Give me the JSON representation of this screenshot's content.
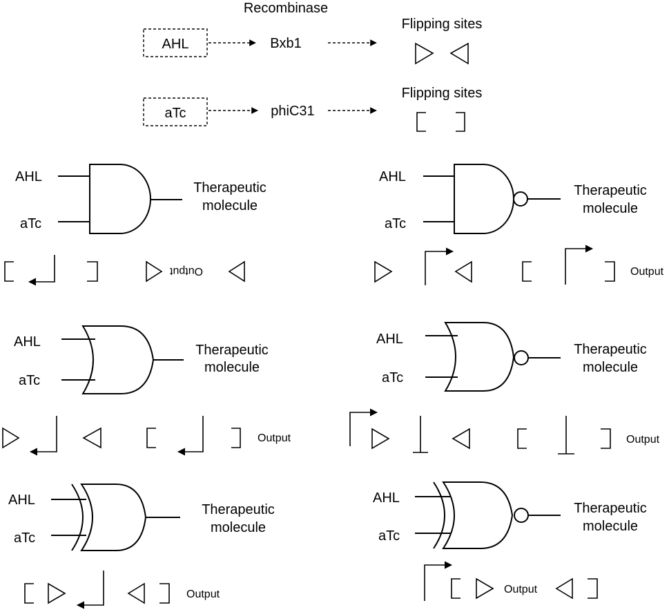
{
  "legend": {
    "recombinase_header": "Recombinase",
    "row1": {
      "input": "AHL",
      "recombinase": "Bxb1",
      "sites_label": "Flipping sites"
    },
    "row2": {
      "input": "aTc",
      "recombinase": "phiC31",
      "sites_label": "Flipping sites"
    }
  },
  "gates": [
    {
      "id": "and",
      "input1": "AHL",
      "input2": "aTc",
      "output_line1": "Therapeutic",
      "output_line2": "molecule",
      "construct_output": "Output"
    },
    {
      "id": "nand",
      "input1": "AHL",
      "input2": "aTc",
      "output_line1": "Therapeutic",
      "output_line2": "molecule",
      "construct_output": "Output"
    },
    {
      "id": "or",
      "input1": "AHL",
      "input2": "aTc",
      "output_line1": "Therapeutic",
      "output_line2": "molecule",
      "construct_output": "Output"
    },
    {
      "id": "nor",
      "input1": "AHL",
      "input2": "aTc",
      "output_line1": "Therapeutic",
      "output_line2": "molecule",
      "construct_output": "Output"
    },
    {
      "id": "xor",
      "input1": "AHL",
      "input2": "aTc",
      "output_line1": "Therapeutic",
      "output_line2": "molecule",
      "construct_output": "Output"
    },
    {
      "id": "xnor",
      "input1": "AHL",
      "input2": "aTc",
      "output_line1": "Therapeutic",
      "output_line2": "molecule",
      "construct_output": "Output"
    }
  ]
}
